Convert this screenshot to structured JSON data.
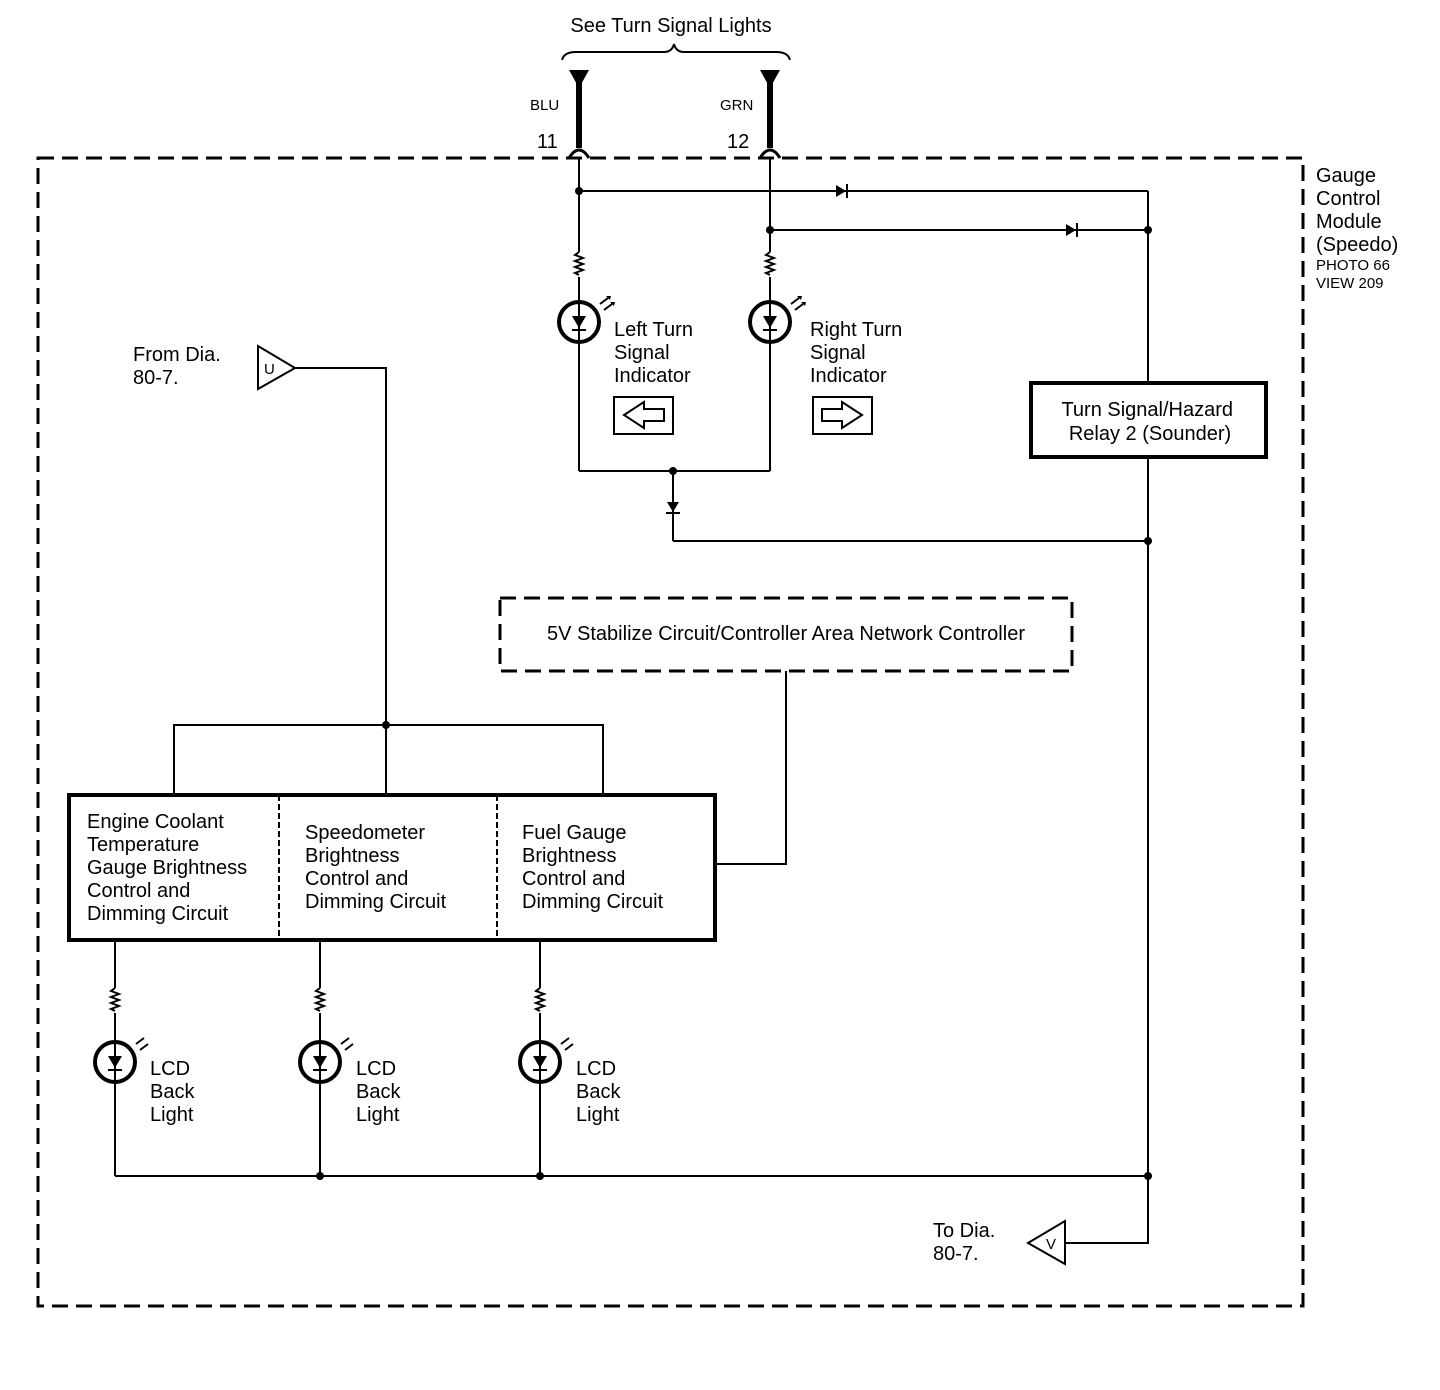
{
  "header": {
    "see_turn_signal_lights": "See Turn Signal Lights"
  },
  "connectors": [
    {
      "wire_color": "BLU",
      "pin": "11"
    },
    {
      "wire_color": "GRN",
      "pin": "12"
    }
  ],
  "module": {
    "name_lines": [
      "Gauge",
      "Control",
      "Module",
      "(Speedo)"
    ],
    "photo": "PHOTO 66",
    "view": "VIEW 209"
  },
  "indicators": {
    "left": [
      "Left Turn",
      "Signal",
      "Indicator"
    ],
    "right": [
      "Right Turn",
      "Signal",
      "Indicator"
    ]
  },
  "from_dia": {
    "lines": [
      "From Dia.",
      "80-7."
    ],
    "letter": "U"
  },
  "to_dia": {
    "lines": [
      "To Dia.",
      "80-7."
    ],
    "letter": "V"
  },
  "relay": {
    "lines": [
      "Turn Signal/Hazard",
      "Relay 2 (Sounder)"
    ]
  },
  "can_controller": {
    "label": "5V Stabilize Circuit/Controller Area Network Controller"
  },
  "circuits": [
    {
      "lines": [
        "Engine Coolant",
        "Temperature",
        "Gauge Brightness",
        "Control and",
        "Dimming Circuit"
      ]
    },
    {
      "lines": [
        "Speedometer",
        "Brightness",
        "Control and",
        "Dimming Circuit"
      ]
    },
    {
      "lines": [
        "Fuel Gauge",
        "Brightness",
        "Control and",
        "Dimming Circuit"
      ]
    }
  ],
  "backlights": [
    {
      "lines": [
        "LCD",
        "Back",
        "Light"
      ]
    },
    {
      "lines": [
        "LCD",
        "Back",
        "Light"
      ]
    },
    {
      "lines": [
        "LCD",
        "Back",
        "Light"
      ]
    }
  ]
}
